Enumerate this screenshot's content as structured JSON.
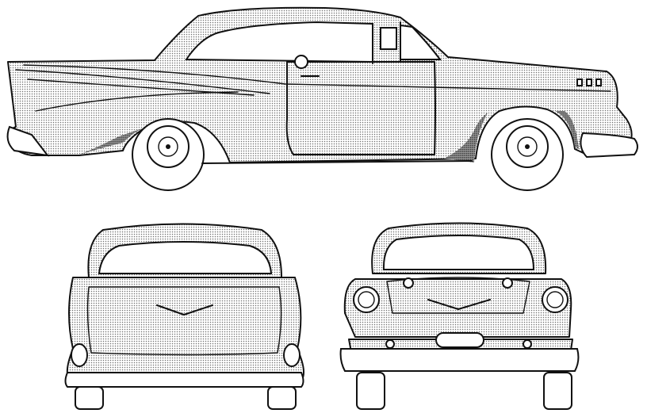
{
  "drawing": {
    "views": [
      "side",
      "rear",
      "front"
    ],
    "colors": {
      "ink": "#111111",
      "paper": "#ffffff",
      "halftone": "#6f6f6f"
    }
  }
}
